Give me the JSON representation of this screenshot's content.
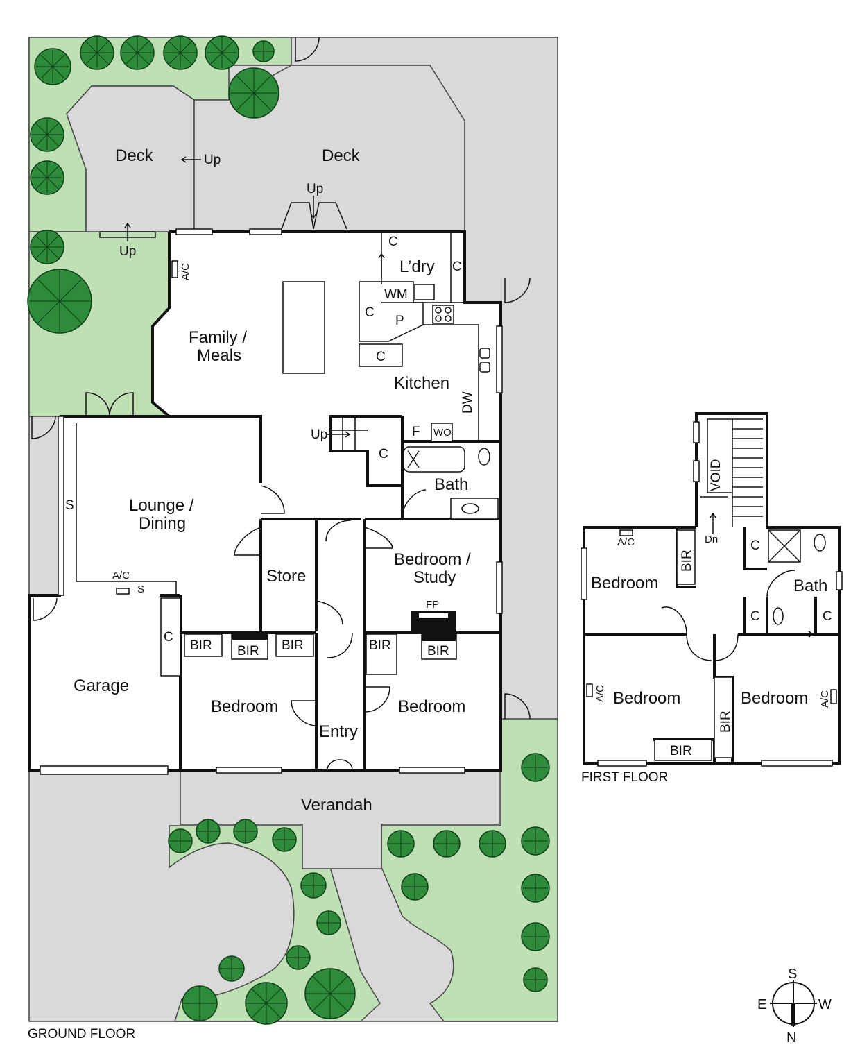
{
  "ground_floor": {
    "floor_label": "GROUND FLOOR",
    "rooms": {
      "deck_west": "Deck",
      "deck_east": "Deck",
      "family_meals_line1": "Family /",
      "family_meals_line2": "Meals",
      "laundry": "L’dry",
      "kitchen": "Kitchen",
      "lounge_dining_line1": "Lounge /",
      "lounge_dining_line2": "Dining",
      "bath": "Bath",
      "store": "Store",
      "bedroom_study_line1": "Bedroom /",
      "bedroom_study_line2": "Study",
      "garage": "Garage",
      "bedroom_west": "Bedroom",
      "bedroom_east": "Bedroom",
      "entry": "Entry",
      "verandah": "Verandah"
    },
    "fixtures": {
      "cupboard": "C",
      "pantry": "P",
      "washing_machine": "WM",
      "dishwasher": "DW",
      "fridge": "F",
      "wall_oven": "WO",
      "air_conditioner": "A/C",
      "shelves": "S",
      "built_in_robe": "BIR",
      "fireplace": "FP",
      "stairs_up": "Up"
    }
  },
  "first_floor": {
    "floor_label": "FIRST FLOOR",
    "rooms": {
      "void": "VOID",
      "bedroom_east": "Bedroom",
      "bedroom_middle": "Bedroom",
      "bedroom_west": "Bedroom",
      "bath": "Bath"
    },
    "fixtures": {
      "cupboard": "C",
      "built_in_robe": "BIR",
      "air_conditioner": "A/C",
      "stairs_down": "Dn"
    }
  },
  "compass": {
    "top": "S",
    "bottom": "N",
    "left": "E",
    "right": "W"
  },
  "colors": {
    "lawn": "#bfe0b4",
    "paving": "#d9d9d9",
    "tree": "#2e8b3c",
    "walls": "#111111"
  }
}
